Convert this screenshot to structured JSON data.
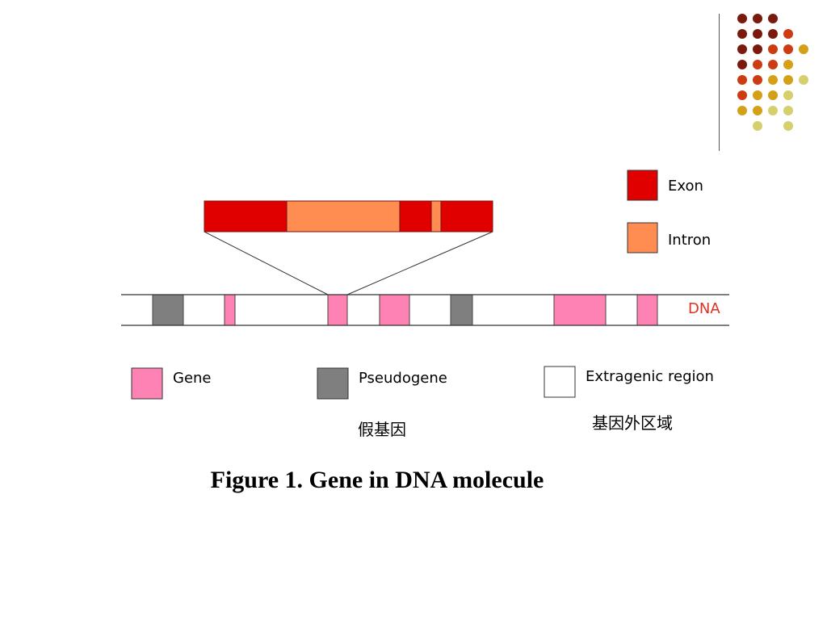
{
  "decor": {
    "dot_colors": [
      "#7a1a0f",
      "#cc3b12",
      "#d4a017",
      "#d6cf6e"
    ]
  },
  "diagram": {
    "legend_top": [
      {
        "label": "Exon",
        "color": "#e00000"
      },
      {
        "label": "Intron",
        "color": "#ff8c50"
      }
    ],
    "dna_label": "DNA",
    "dna_label_color": "#e03020",
    "legend_bottom": [
      {
        "label": "Gene",
        "color": "#ff82b4"
      },
      {
        "label": "Pseudogene",
        "color": "#7f7f7f"
      },
      {
        "label": "Extragenic region",
        "color": "#ffffff"
      }
    ],
    "gene_expansion": [
      "exon",
      "intron",
      "exon",
      "intron",
      "exon"
    ],
    "dna_segments": [
      "extragenic",
      "pseudogene",
      "extragenic",
      "gene",
      "extragenic",
      "gene",
      "extragenic",
      "gene",
      "extragenic",
      "pseudogene",
      "extragenic",
      "gene",
      "extragenic",
      "gene",
      "extragenic"
    ]
  },
  "annotations": {
    "pseudogene_cn": "假基因",
    "extragenic_cn": "基因外区域"
  },
  "caption": "Figure 1. Gene in DNA molecule"
}
